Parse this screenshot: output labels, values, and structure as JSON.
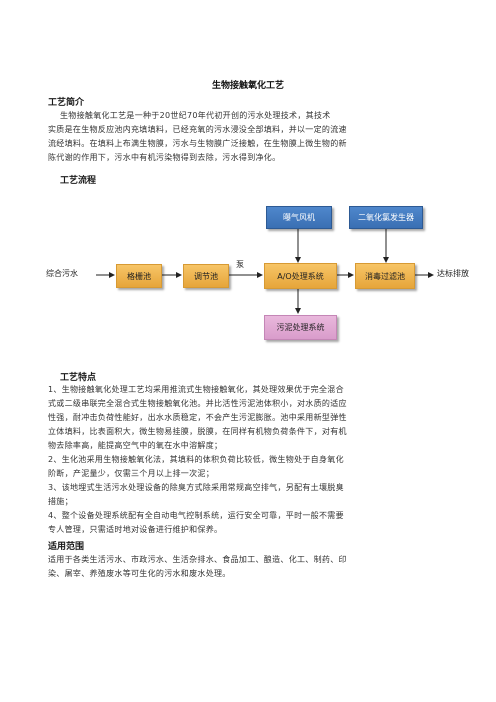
{
  "title": "生物接触氧化工艺",
  "intro": {
    "heading": "工艺简介",
    "lines": [
      "生物接触氧化工艺是一种于20世纪70年代初开创的污水处理技术，其技术",
      "实质是在生物反应池内充填填料，已经充氧的污水浸没全部填料，并以一定的流速",
      "流经填料。在填料上布满生物膜，污水与生物膜广泛接触，在生物膜上微生物的新",
      "陈代谢的作用下，污水中有机污染物得到去除，污水得到净化。"
    ]
  },
  "flow": {
    "heading": "工艺流程",
    "input_label": "综合污水",
    "pump_label": "泵",
    "output_label": "达标排放",
    "boxes": {
      "grille": "格栅池",
      "regulating": "调节池",
      "ao": "A/O处理系统",
      "disinfect": "消毒过滤池",
      "aerator": "曝气风机",
      "chlorine": "二氧化氯发生器",
      "sludge": "污泥处理系统"
    }
  },
  "features": {
    "heading": "工艺特点",
    "lines": [
      "1、生物接触氧化处理工艺均采用推流式生物接触氧化，其处理效果优于完全混合",
      "式或二级串联完全混合式生物接触氧化池。并比活性污泥池体积小，对水质的适应",
      "性强，耐冲击负荷性能好，出水水质稳定，不会产生污泥膨胀。池中采用新型弹性",
      "立体填料，比表面积大，微生物易挂膜，脱膜，在同样有机物负荷条件下，对有机",
      "物去除率高，能提高空气中的氧在水中溶解度；",
      "2、生化池采用生物接触氧化法，其填料的体积负荷比较低，微生物处于自身氧化",
      "阶断，产泥量少，仅需三个月以上排一次泥；",
      "3、该地埋式生活污水处理设备的除臭方式除采用常规高空排气，另配有土壤脱臭",
      "措施；",
      "4、整个设备处理系统配有全自动电气控制系统，运行安全可靠，平时一般不需要",
      "专人管理，只需适时地对设备进行维护和保养。"
    ]
  },
  "scope": {
    "heading": "适用范围",
    "lines": [
      "适用于各类生活污水、市政污水、生活杂排水、食品加工、酿造、化工、制药、印",
      "染、屠宰、养殖废水等可生化的污水和废水处理。"
    ]
  }
}
